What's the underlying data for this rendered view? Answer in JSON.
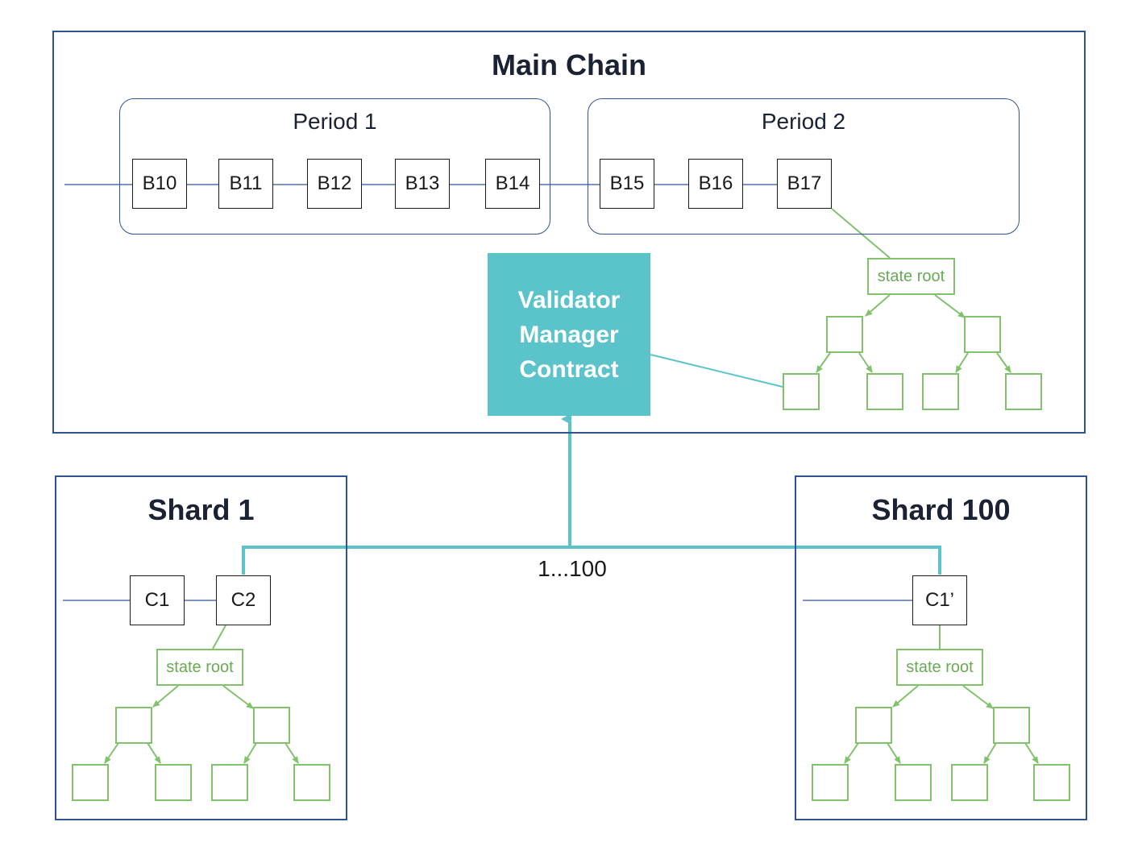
{
  "main_chain": {
    "title": "Main Chain",
    "periods": [
      {
        "label": "Period 1",
        "blocks": [
          "B10",
          "B11",
          "B12",
          "B13",
          "B14"
        ]
      },
      {
        "label": "Period 2",
        "blocks": [
          "B15",
          "B16",
          "B17"
        ]
      }
    ],
    "state_root_label": "state root"
  },
  "validator_manager_contract": {
    "lines": [
      "Validator",
      "Manager",
      "Contract"
    ]
  },
  "link_label": "1...100",
  "shards": [
    {
      "title": "Shard 1",
      "blocks": [
        "C1",
        "C2"
      ],
      "state_root_label": "state root"
    },
    {
      "title": "Shard 100",
      "blocks": [
        "C1’"
      ],
      "state_root_label": "state root"
    }
  ],
  "colors": {
    "panel_border": "#2f5496",
    "tree_green": "#82c26d",
    "contract_teal": "#5bc4cb"
  }
}
